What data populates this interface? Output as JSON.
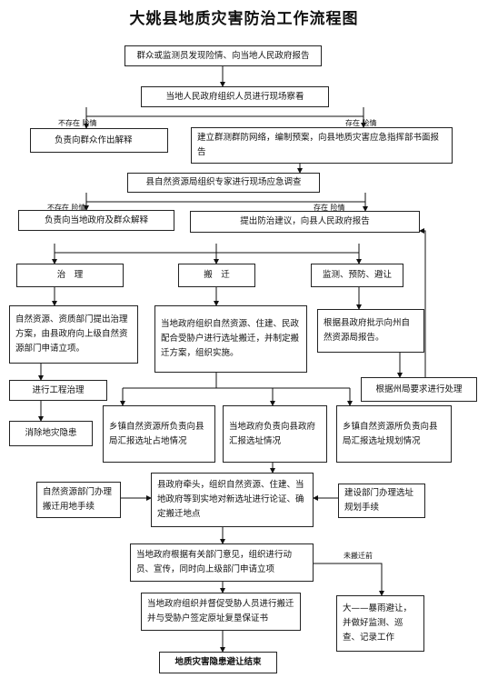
{
  "title": "大姚县地质灾害防治工作流程图",
  "nodes": {
    "report": "群众或监测员发现险情、向当地人民政府报告",
    "gov_survey": "当地人民政府组织人员进行现场察看",
    "explain_public": "负责向群众作出解释",
    "establish_network": "建立群测群防网络，编制预案，向县地质灾害应急指挥部书面报告",
    "expert_survey": "县自然资源局组织专家进行现场应急调查",
    "explain_local": "负责向当地政府及群众解释",
    "propose": "提出防治建议，向县人民政府报告",
    "govern": "治　理",
    "relocate": "搬　迁",
    "monitor": "监测、预防、避让",
    "govern_desc": "自然资源、资质部门提出治理方案，由县政府向上级自然资源部门申请立项。",
    "relocate_desc": "当地政府组织自然资源、住建、民政配合受胁户进行选址搬迁，并制定搬迁方案，组织实施。",
    "monitor_desc": "根据县政府批示向州自然资源局报告。",
    "engineering": "进行工程治理",
    "eliminate": "消除地灾隐患",
    "prefecture": "根据州局要求进行处理",
    "town_report": "乡镇自然资源所负责向县局汇报选址占地情况",
    "gov_report": "当地政府负责向县政府汇报选址情况",
    "town_plan": "乡镇自然资源所负责向县局汇报选址规划情况",
    "land_proc": "自然资源部门办理搬迁用地手续",
    "county_lead": "县政府牵头，组织自然资源、住建、当地政府等到实地对新选址进行论证、确定搬迁地点",
    "build_proc": "建设部门办理选址规划手续",
    "mobilize": "当地政府根据有关部门意见，组织进行动员、宣传，同时向上级部门申请立项",
    "supervise": "当地政府组织并督促受胁人员进行搬迁并与受胁户签定原址复垦保证书",
    "rainstorm": "大——暴雨避让，并做好监测、巡查、记录工作",
    "end": "地质灾害隐患避让结束"
  },
  "edge_labels": {
    "none_1": "不存在  险情",
    "exist_1": "存在  险情",
    "none_2": "不存在  险情",
    "exist_2": "存在    险情",
    "not_relocated": "未搬迁前"
  }
}
